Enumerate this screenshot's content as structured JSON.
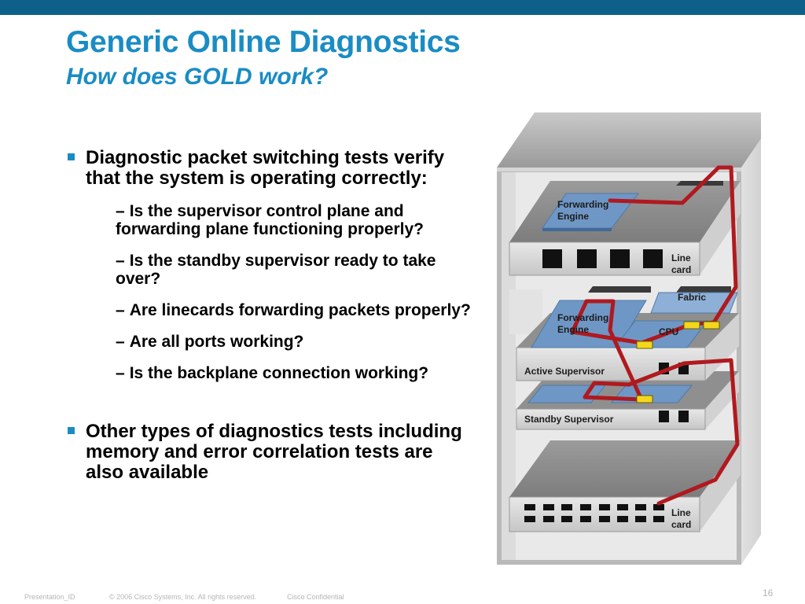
{
  "slide": {
    "title": "Generic Online Diagnostics",
    "subtitle": "How does GOLD work?",
    "bullets": [
      {
        "text": "Diagnostic packet switching tests verify that the system is operating correctly:",
        "subitems": [
          "Is the supervisor control plane and forwarding plane functioning properly?",
          "Is the standby supervisor ready to take over?",
          "Are linecards forwarding packets properly?",
          "Are all ports working?",
          "Is the backplane connection working?"
        ]
      },
      {
        "text": "Other types of diagnostics tests including memory and error correlation tests are also available"
      }
    ],
    "sub_marker": "–"
  },
  "diagram": {
    "forwarding_engine_top": [
      "Forwarding",
      "Engine"
    ],
    "line_card_top": [
      "Line",
      "card"
    ],
    "fabric": "Fabric",
    "forwarding_engine_active": [
      "Forwarding",
      "Engine"
    ],
    "cpu": "CPU",
    "active_supervisor": "Active Supervisor",
    "standby_supervisor": "Standby Supervisor",
    "line_card_bottom": [
      "Line",
      "card"
    ]
  },
  "colors": {
    "top_bar": "#0d6089",
    "title": "#1a8cc4",
    "bullet_marker": "#1a8cc4",
    "path": "#b0191e",
    "port": "#111111",
    "yellow_port": "#f2d71e",
    "engine_blue": "#6f97c6"
  },
  "footer": {
    "presentation_id": "Presentation_ID",
    "copyright": "© 2006 Cisco Systems, Inc. All rights reserved.",
    "confidential": "Cisco Confidential",
    "page_number": "16"
  }
}
